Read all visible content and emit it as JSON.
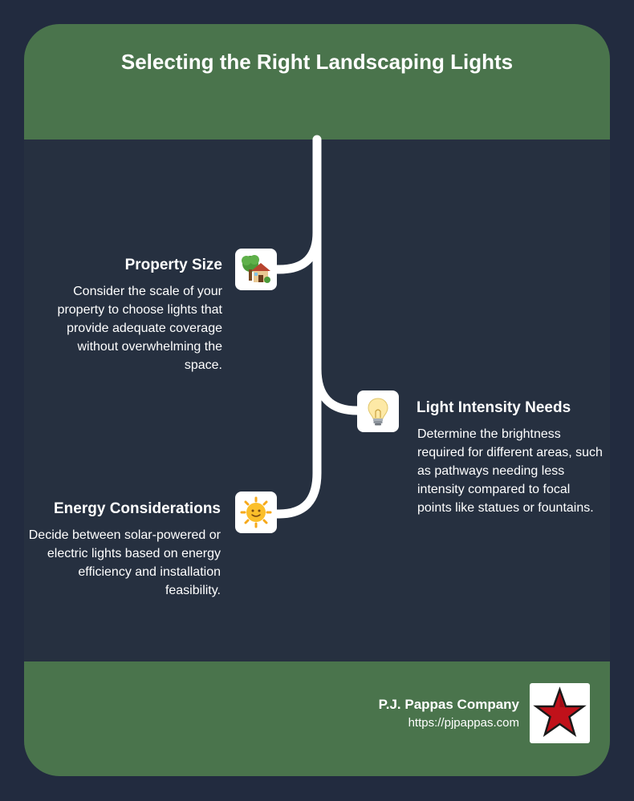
{
  "header": {
    "title": "Selecting the Right Landscaping Lights"
  },
  "steps": [
    {
      "title": "Property Size",
      "description": "Consider the scale of your property to choose lights that provide adequate coverage without overwhelming the space.",
      "icon": "house-with-tree-icon"
    },
    {
      "title": "Light Intensity Needs",
      "description": "Determine the brightness required for different areas, such as pathways needing less intensity compared to focal points like statues or fountains.",
      "icon": "light-bulb-icon"
    },
    {
      "title": "Energy Considerations",
      "description": "Decide between solar-powered or electric lights based on energy efficiency and installation feasibility.",
      "icon": "sun-icon"
    }
  ],
  "footer": {
    "company": "P.J. Pappas Company",
    "url": "https://pjpappas.com",
    "logo": "red-star-logo"
  },
  "colors": {
    "page_background": "#222b3f",
    "card_background": "#263040",
    "header_footer_green": "#4a744c",
    "line": "#ffffff",
    "star_red": "#c0111a"
  }
}
